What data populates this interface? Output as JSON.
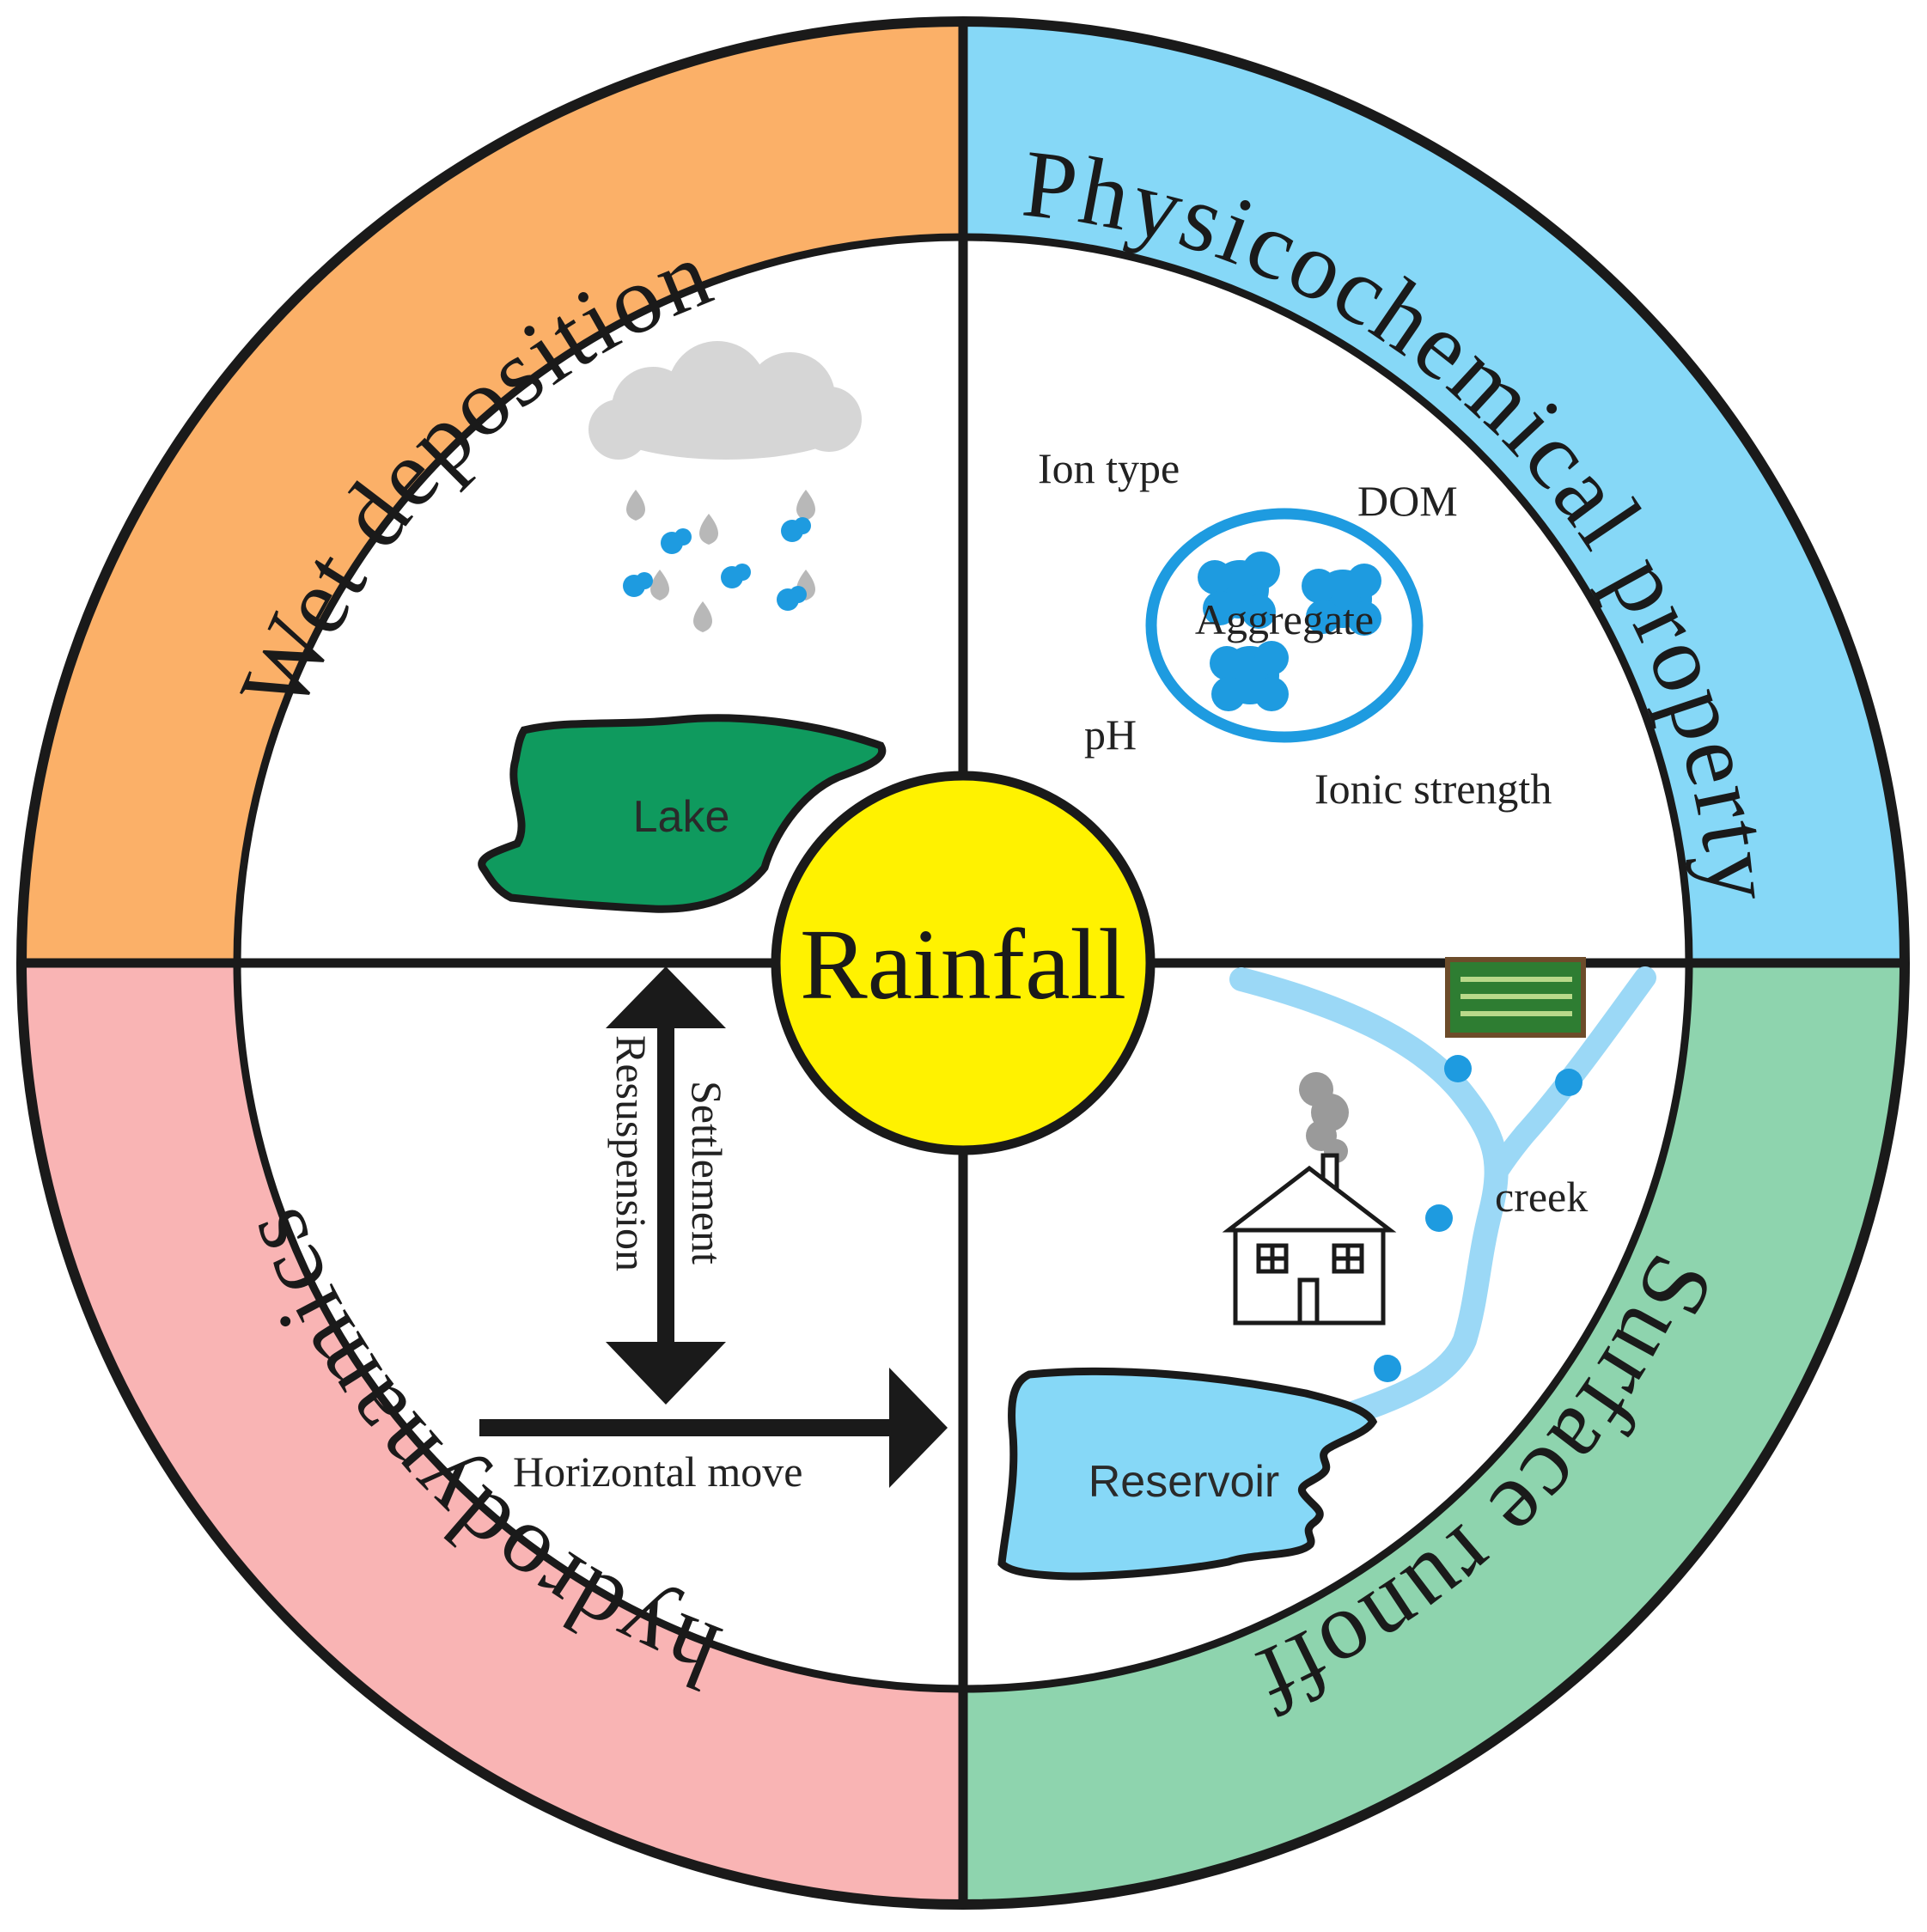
{
  "center": {
    "label": "Rainfall"
  },
  "quadrants": {
    "top_left": {
      "ring_label": "Wet deposition",
      "lake_label": "Lake"
    },
    "top_right": {
      "ring_label": "Physicochemical property",
      "ion_type": "Ion type",
      "dom": "DOM",
      "aggregate": "Aggregate",
      "ph": "pH",
      "ionic_strength": "Ionic strength"
    },
    "bottom_left": {
      "ring_label": "hydrodynamics",
      "settlement": "Settlement",
      "resuspension": "Resuspension",
      "horizontal_move": "Horizontal move"
    },
    "bottom_right": {
      "ring_label": "Surface runoff",
      "creek": "creek",
      "reservoir_label": "Reservoir"
    }
  },
  "colors": {
    "wet_deposition": "#FBB068",
    "physicochemical": "#86D8F7",
    "hydrodynamics": "#F9B4B4",
    "surface_runoff": "#8ED4AE",
    "rainfall": "#FFF200",
    "lake": "#0F9A5E",
    "reservoir": "#86D8F7",
    "particle": "#1E9BE0",
    "cloud": "#D6D6D6",
    "drop": "#B8B8B8",
    "creek": "#9BD8F6"
  },
  "icons": [
    "cloud-icon",
    "rain-drop-icon",
    "aggregate-particle-icon",
    "factory-house-icon",
    "farmland-icon",
    "smoke-icon"
  ]
}
